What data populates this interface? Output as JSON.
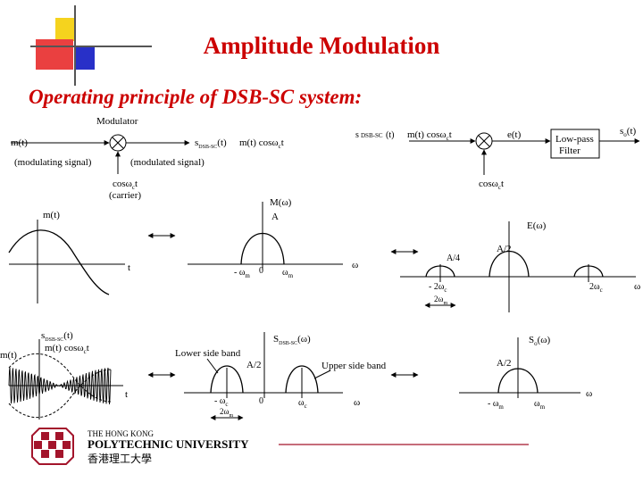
{
  "title": "Amplitude Modulation",
  "subtitle": "Operating principle of DSB-SC system:",
  "modulator": {
    "heading": "Modulator",
    "input_signal": "m(t)",
    "input_caption": "(modulating signal)",
    "output_signal": "s",
    "output_sub": "DSB-SC",
    "output_arg": "(t)",
    "output_expr": "m(t) cosω",
    "output_expr_sub": "c",
    "output_expr_tail": "t",
    "output_caption": "(modulated signal)",
    "carrier": "cosω",
    "carrier_sub": "c",
    "carrier_tail": "t",
    "carrier_caption": "(carrier)"
  },
  "demodulator": {
    "input_signal": "s",
    "input_sub": "DSB-SC",
    "input_arg": "(t)",
    "input_expr": "m(t) cosω",
    "input_expr_sub": "c",
    "input_expr_tail": "t",
    "mixer_output": "e(t)",
    "filter_line1": "Low-pass",
    "filter_line2": "Filter",
    "output_signal": "s",
    "output_sub": "o",
    "output_arg": "(t)",
    "carrier": "cosω",
    "carrier_sub": "c",
    "carrier_tail": "t"
  },
  "plots": {
    "message_time": {
      "ylabel": "m(t)",
      "xlabel": "t"
    },
    "message_spectrum": {
      "title": "M(ω)",
      "peak": "A",
      "neg_tick": "- ω",
      "neg_tick_sub": "m",
      "zero": "0",
      "pos_tick": "ω",
      "pos_tick_sub": "m",
      "axis": "ω"
    },
    "mixer_spectrum": {
      "title": "E(ω)",
      "center_peak": "A/2",
      "side_peak": "A/4",
      "neg_tick": "- 2ω",
      "neg_tick_sub": "c",
      "pos_tick": "2ω",
      "pos_tick_sub": "c",
      "axis": "ω",
      "neg_note": "2ω",
      "neg_note_sub": "m"
    },
    "modulated_time": {
      "ylabel_top": "s",
      "ylabel_top_sub": "DSB-SC",
      "ylabel_top_arg": "(t)",
      "ylabel_bottom": "m(t) cosω",
      "ylabel_bottom_sub": "c",
      "ylabel_bottom_tail": "t",
      "envelope": "m(t)",
      "xlabel": "t"
    },
    "modulated_spectrum": {
      "title": "S",
      "title_sub": "DSB-SC",
      "title_arg": "(ω)",
      "lower_band": "Lower side band",
      "upper_band": "Upper side band",
      "peak": "A/2",
      "neg_tick": "- ω",
      "neg_tick_sub": "c",
      "zero": "0",
      "pos_tick": "ω",
      "pos_tick_sub": "c",
      "axis": "ω",
      "neg_note": "2ω",
      "neg_note_sub": "m"
    },
    "output_spectrum": {
      "title": "S",
      "title_sub": "o",
      "title_arg": "(ω)",
      "peak": "A/2",
      "neg_tick": "- ω",
      "neg_tick_sub": "m",
      "pos_tick": "ω",
      "pos_tick_sub": "m",
      "axis": "ω"
    }
  },
  "logo": {
    "line1": "THE HONG KONG",
    "line2": "POLYTECHNIC UNIVERSITY",
    "line3": "香港理工大學",
    "brand_red": "#a3142b"
  },
  "colors": {
    "title": "#cc0000",
    "deco_yellow": "#f5d31e",
    "deco_red": "#ea4040",
    "deco_blue": "#2830c8"
  }
}
